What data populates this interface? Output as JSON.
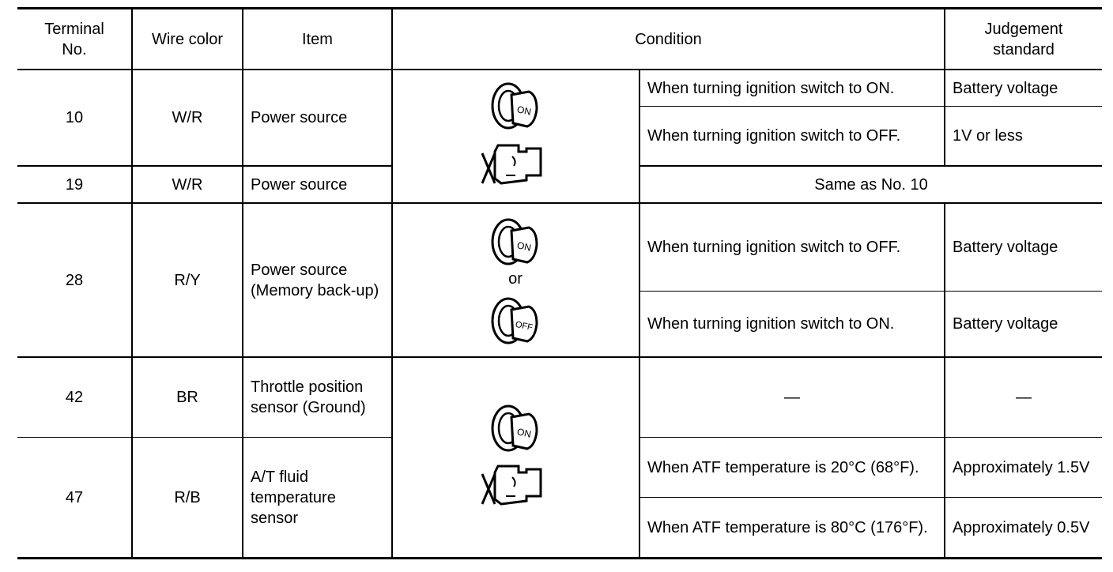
{
  "headers": {
    "terminal": "Terminal\nNo.",
    "wire_color": "Wire color",
    "item": "Item",
    "condition": "Condition",
    "judgement": "Judgement\nstandard"
  },
  "rows": [
    {
      "terminal": "10",
      "wire_color": "W/R",
      "item": "Power source",
      "conditions": [
        {
          "text": "When turning ignition switch to ON.",
          "judgement": "Battery voltage"
        },
        {
          "text": "When turning ignition switch to OFF.",
          "judgement": "1V or less"
        }
      ]
    },
    {
      "terminal": "19",
      "wire_color": "W/R",
      "item": "Power source",
      "merged_condition": "Same as No. 10"
    },
    {
      "terminal": "28",
      "wire_color": "R/Y",
      "item": "Power source (Memory back-up)",
      "or_label": "or",
      "conditions": [
        {
          "text": "When turning ignition switch to OFF.",
          "judgement": "Battery voltage"
        },
        {
          "text": "When turning ignition switch to ON.",
          "judgement": "Battery voltage"
        }
      ]
    },
    {
      "terminal": "42",
      "wire_color": "BR",
      "item": "Throttle position sensor (Ground)",
      "condition": "—",
      "judgement": "—"
    },
    {
      "terminal": "47",
      "wire_color": "R/B",
      "item": "A/T fluid temperature sensor",
      "conditions": [
        {
          "text": "When ATF temperature is 20°C (68°F).",
          "judgement": "Approximately 1.5V"
        },
        {
          "text": "When ATF temperature is 80°C (176°F).",
          "judgement": "Approximately 0.5V"
        }
      ]
    }
  ],
  "icons": {
    "key_on_label": "ON",
    "key_off_label": "OFF"
  },
  "colors": {
    "ink": "#000000",
    "paper": "#ffffff"
  }
}
